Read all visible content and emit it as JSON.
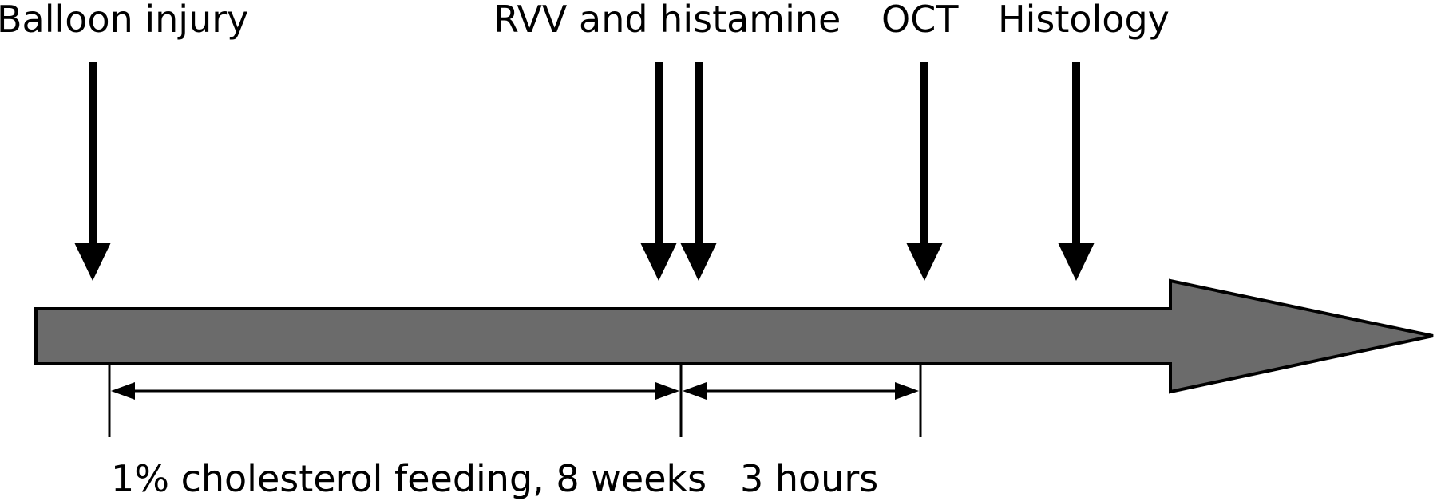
{
  "events": [
    {
      "id": "balloon-injury",
      "label": "Balloon injury"
    },
    {
      "id": "rvv-histamine",
      "label": "RVV and histamine"
    },
    {
      "id": "oct",
      "label": "OCT"
    },
    {
      "id": "histology",
      "label": "Histology"
    }
  ],
  "spans": [
    {
      "id": "cholesterol-feeding",
      "label": "1% cholesterol feeding, 8 weeks"
    },
    {
      "id": "three-hours",
      "label": "3 hours"
    }
  ],
  "colors": {
    "timeline_fill": "#6b6b6b",
    "stroke": "#000000",
    "background": "#ffffff"
  }
}
